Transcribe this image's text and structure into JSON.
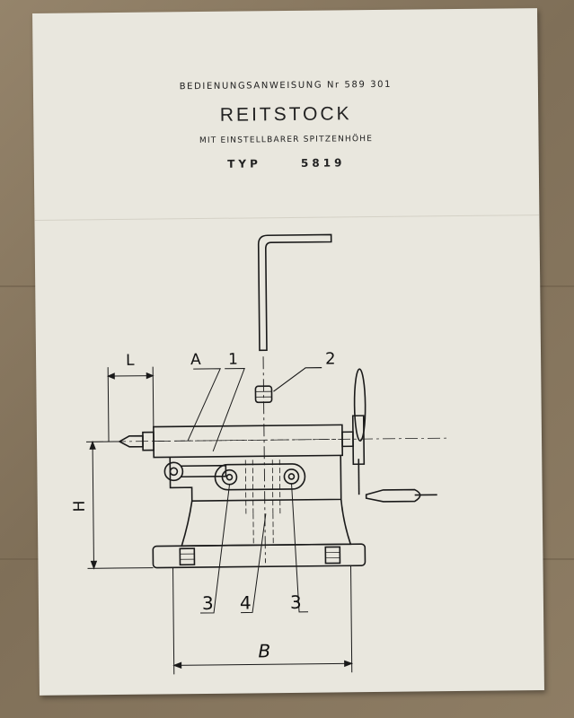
{
  "document": {
    "header_line": "BEDIENUNGSANWEISUNG  Nr 589 301",
    "title": "REITSTOCK",
    "subtitle": "MIT EINSTELLBARER SPITZENHÖHE",
    "type_label": "TYP",
    "type_number": "5819"
  },
  "drawing": {
    "labels": {
      "length": "L",
      "point_a": "A",
      "part_1": "1",
      "part_2": "2",
      "height": "H",
      "part_3_left": "3",
      "part_4": "4",
      "part_3_right": "3",
      "width": "B"
    }
  }
}
